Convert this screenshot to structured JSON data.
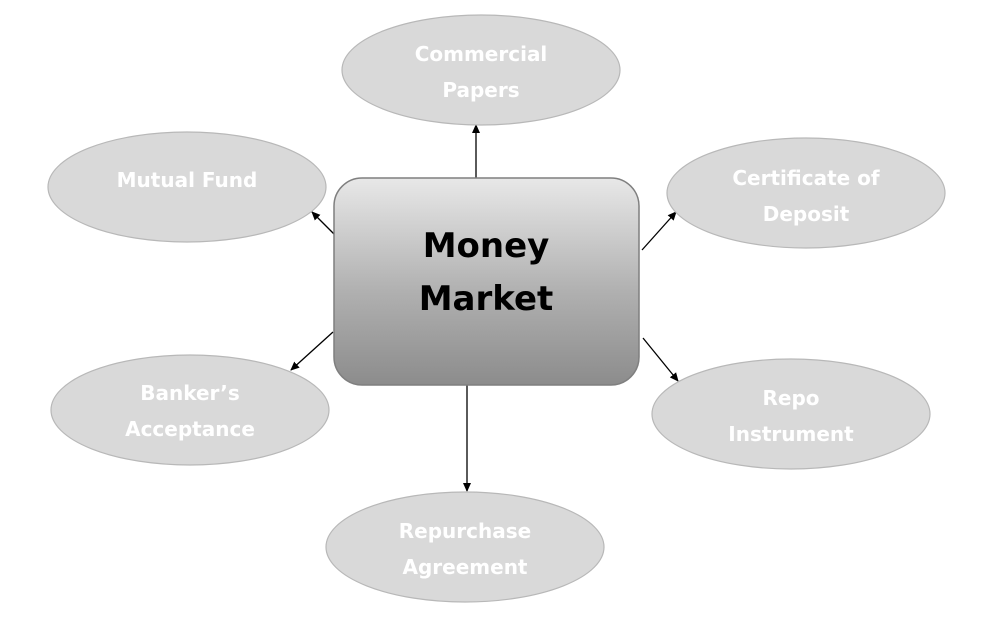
{
  "center": {
    "lines": [
      "Money",
      "Market"
    ]
  },
  "nodes": [
    {
      "id": "commercial-papers",
      "lines": [
        "Commercial",
        "Papers"
      ]
    },
    {
      "id": "mutual-fund",
      "lines": [
        "Mutual Fund"
      ]
    },
    {
      "id": "certificate-of-deposit",
      "lines": [
        "Certificate of",
        "Deposit"
      ]
    },
    {
      "id": "bankers-acceptance",
      "lines": [
        "Banker’s",
        "Acceptance"
      ]
    },
    {
      "id": "repo-instrument",
      "lines": [
        "Repo",
        "Instrument"
      ]
    },
    {
      "id": "repurchase-agreement",
      "lines": [
        "Repurchase",
        "Agreement"
      ]
    }
  ],
  "colors": {
    "ellipse_fill": "#d9d9d9",
    "ellipse_text": "#ffffff",
    "center_gradient_top": "#e8e8e8",
    "center_gradient_bottom": "#8c8c8c",
    "center_text": "#000000",
    "arrow": "#000000"
  }
}
